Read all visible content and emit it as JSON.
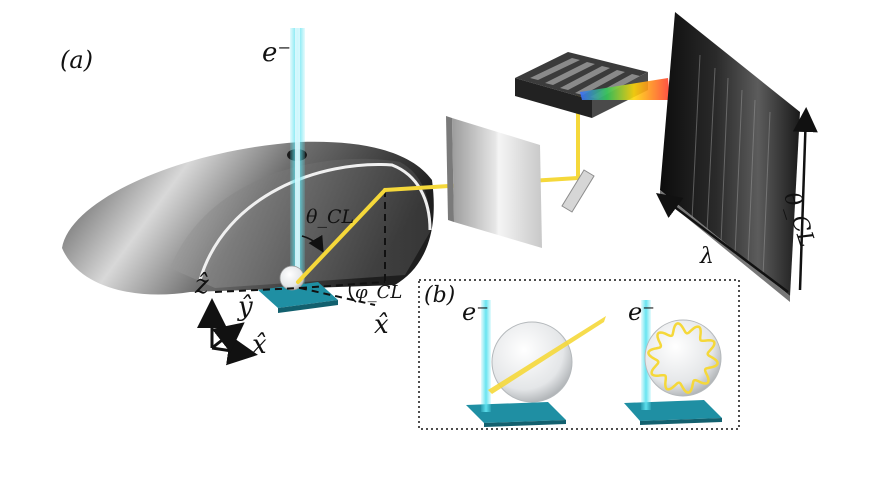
{
  "labels": {
    "panel_a": "(a)",
    "panel_b": "(b)",
    "electron": "e⁻",
    "theta_cl": "θ_CL",
    "phi_cl": "φ_CL",
    "axis_z": "ẑ",
    "axis_y": "ŷ",
    "axis_x": "x̂",
    "wavelength": "λ",
    "theta_detector": "θ_CL"
  },
  "colors": {
    "electron_beam": "#5fe3f0",
    "light_path": "#f5d83a",
    "sample": "#1f8fa3",
    "mirror": "#8c8c8c"
  }
}
